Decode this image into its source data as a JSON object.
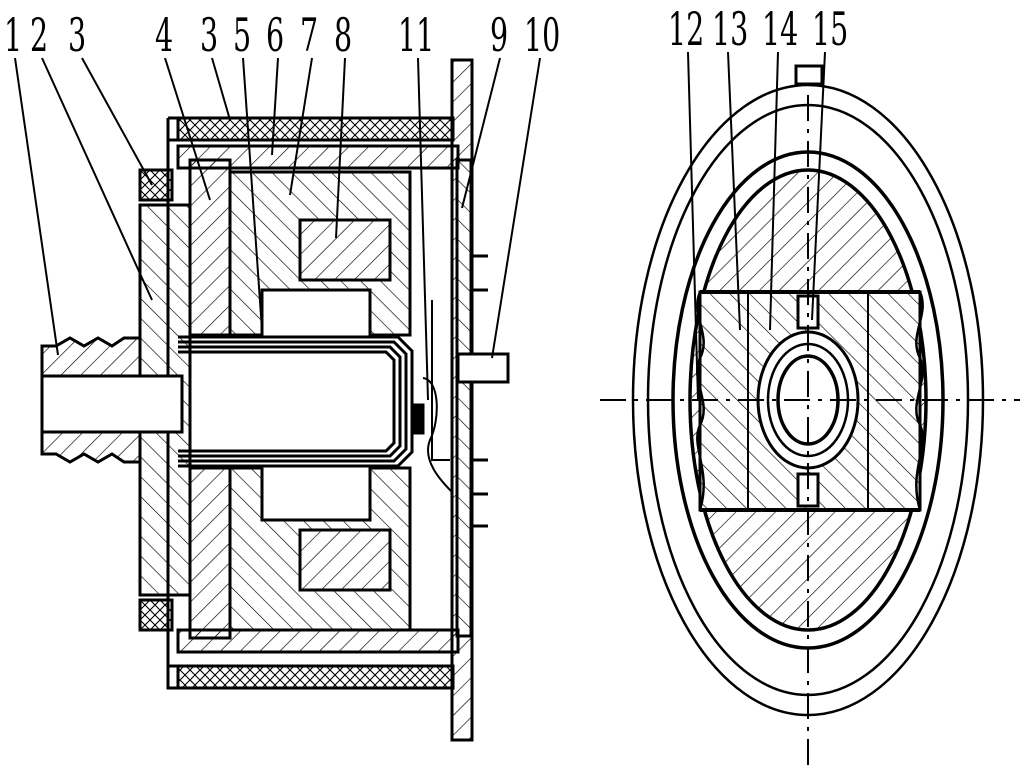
{
  "figure": {
    "line_color": "#000000",
    "background": "#ffffff",
    "views": [
      "side-section",
      "end-section"
    ]
  },
  "callouts": [
    {
      "id": "c1",
      "text": "1"
    },
    {
      "id": "c2",
      "text": "2"
    },
    {
      "id": "c3a",
      "text": "3"
    },
    {
      "id": "c4",
      "text": "4"
    },
    {
      "id": "c3b",
      "text": "3"
    },
    {
      "id": "c5",
      "text": "5"
    },
    {
      "id": "c6",
      "text": "6"
    },
    {
      "id": "c7",
      "text": "7"
    },
    {
      "id": "c8",
      "text": "8"
    },
    {
      "id": "c11",
      "text": "11"
    },
    {
      "id": "c9",
      "text": "9"
    },
    {
      "id": "c10",
      "text": "10"
    },
    {
      "id": "c12",
      "text": "12"
    },
    {
      "id": "c13",
      "text": "13"
    },
    {
      "id": "c14",
      "text": "14"
    },
    {
      "id": "c15",
      "text": "15"
    }
  ]
}
